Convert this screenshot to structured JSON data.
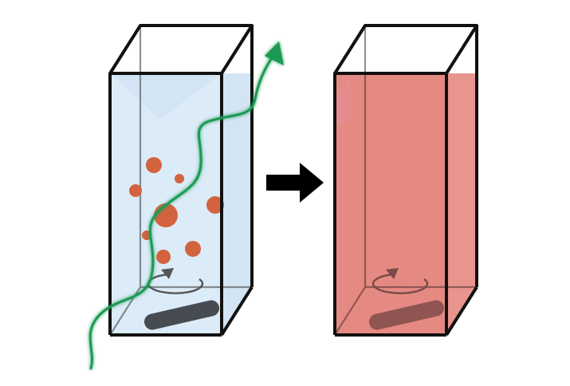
{
  "diagram": {
    "panels": [
      {
        "id": "before",
        "liquid_color": "#dcebf8",
        "stir_bar_color": "#474c52",
        "particle_color": "#d2633e",
        "particle_count": 9,
        "light_path_color": "#1a9a52",
        "has_light_path": true,
        "has_stir_arrow": true
      },
      {
        "id": "after",
        "liquid_color": "#e58a82",
        "stir_bar_color": "#8f5552",
        "particle_count": 0,
        "has_light_path": false,
        "has_stir_arrow": true
      }
    ],
    "transition_arrow": {
      "direction": "right",
      "color": "#000000"
    },
    "outline_color": "#111111"
  }
}
